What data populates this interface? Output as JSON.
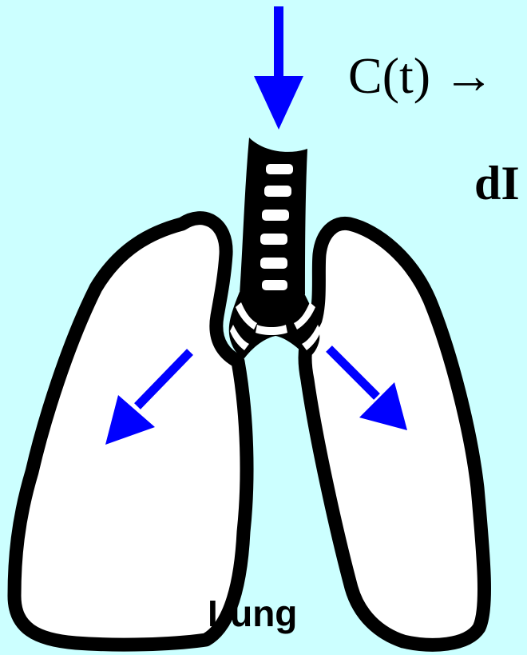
{
  "background_color": "#ccffff",
  "arrow_color": "#0000ff",
  "outline_color": "#000000",
  "lung_fill_color": "#ffffff",
  "formula_top": "C(t)   →",
  "formula_bottom": "dI",
  "label": "Lung",
  "icons": [
    "inflow-arrow-icon",
    "trachea-icon",
    "left-lung-icon",
    "right-lung-icon",
    "left-flow-arrow-icon",
    "right-flow-arrow-icon"
  ]
}
